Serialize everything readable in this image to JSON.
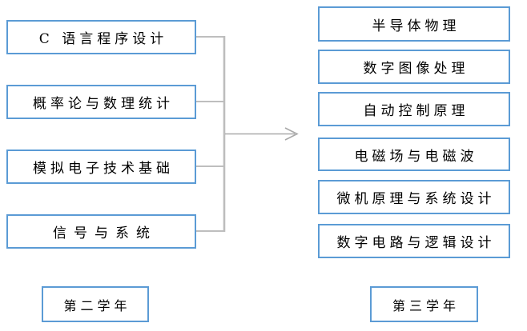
{
  "diagram": {
    "left_column": {
      "year_label": "第二学年",
      "courses": [
        "C 语言程序设计",
        "概率论与数理统计",
        "模拟电子技术基础",
        "信号与系统"
      ]
    },
    "right_column": {
      "year_label": "第三学年",
      "courses": [
        "半导体物理",
        "数字图像处理",
        "自动控制原理",
        "电磁场与电磁波",
        "微机原理与系统设计",
        "数字电路与逻辑设计"
      ]
    },
    "connector": {
      "arrow_direction": "left-to-right"
    },
    "colors": {
      "box_border": "#5B9BD5",
      "connector_line": "#A9A9A9",
      "text": "#000000",
      "background": "#FFFFFF"
    }
  }
}
